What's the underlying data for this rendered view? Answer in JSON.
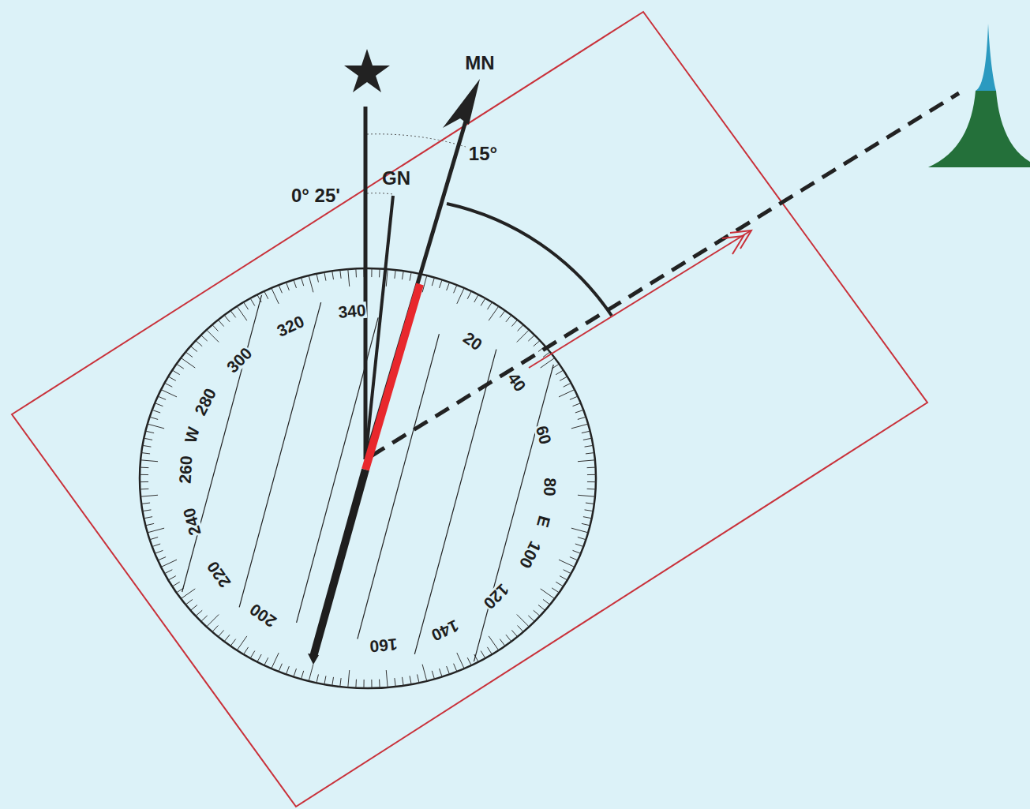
{
  "diagram": {
    "labels": [
      "MN",
      "15°",
      "GN",
      "0° 25'",
      "340",
      "320",
      "300",
      "280",
      "W",
      "260",
      "240",
      "220",
      "200",
      "160",
      "140",
      "120",
      "100",
      "E",
      "80",
      "60",
      "40",
      "20"
    ]
  }
}
